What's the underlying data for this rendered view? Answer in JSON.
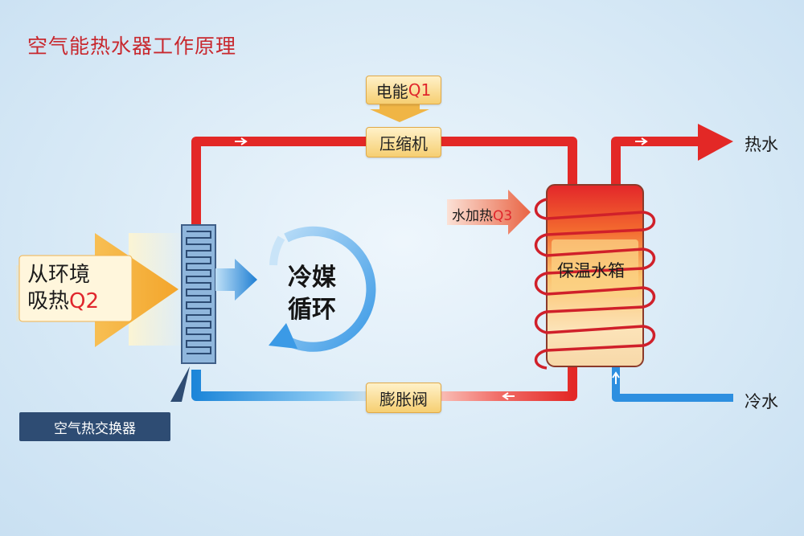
{
  "title": "空气能热水器工作原理",
  "power": {
    "label": "电能",
    "code": "Q1"
  },
  "compressor": "压缩机",
  "water_heat": {
    "label": "水加热",
    "code": "Q3"
  },
  "env_heat": {
    "line1": "从环境",
    "line2": "吸热",
    "code": "Q2"
  },
  "refrigerant": {
    "line1": "冷媒",
    "line2": "循环"
  },
  "tank": "保温水箱",
  "expansion_valve": "膨胀阀",
  "heat_exchanger": "空气热交换器",
  "hot_water": "热水",
  "cold_water": "冷水",
  "colors": {
    "title": "#c8282e",
    "hot": "#e42a2a",
    "cold": "#2d8fe0",
    "box": "#f6cf72",
    "exchanger": "#2e4c73"
  }
}
